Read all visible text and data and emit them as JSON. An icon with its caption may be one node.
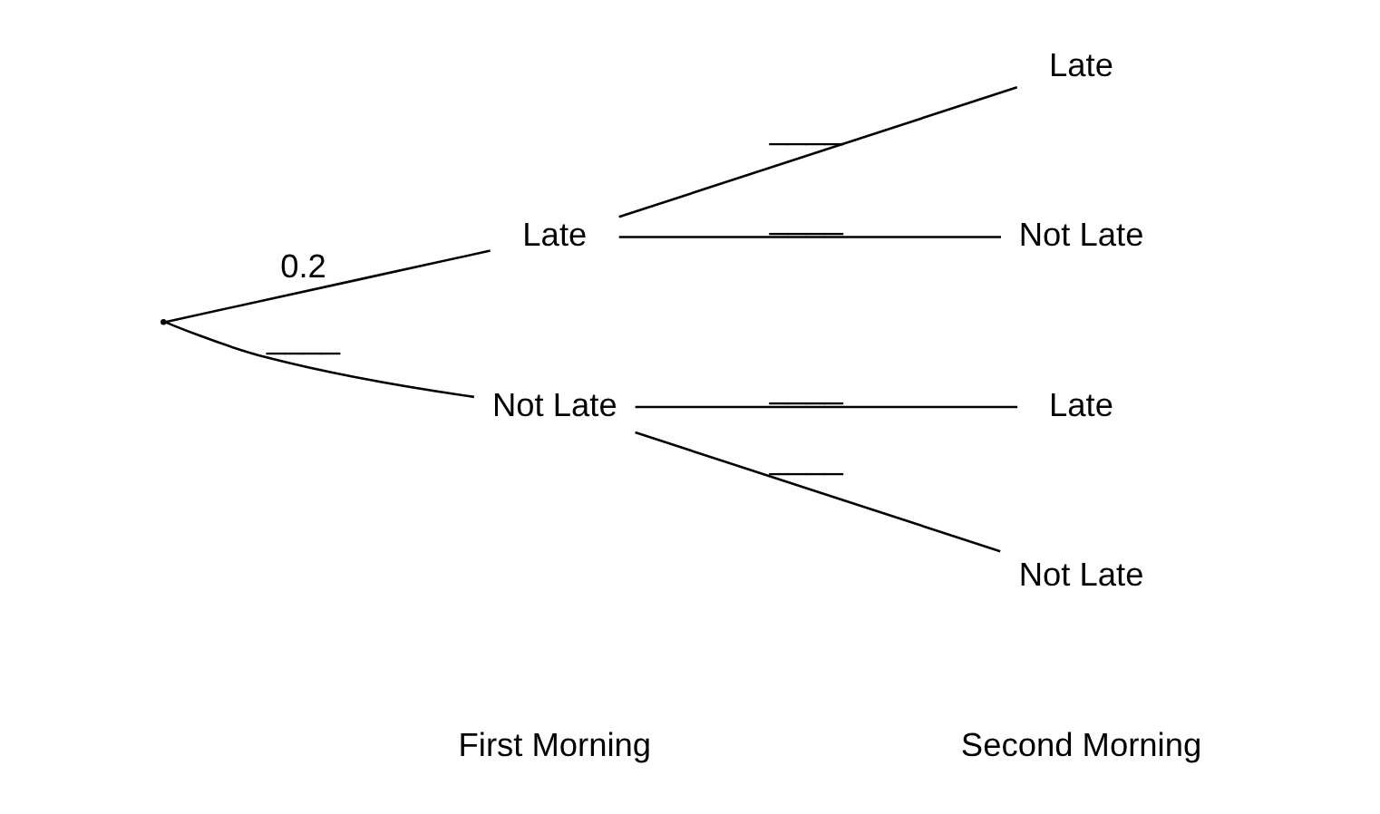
{
  "diagram": {
    "nodes": [
      {
        "text": [],
        "shape": "point"
      },
      {
        "text": [
          "Late"
        ]
      },
      {
        "text": [
          "Not Late"
        ]
      },
      {
        "text": [
          "Late"
        ]
      },
      {
        "text": [
          "Not Late"
        ]
      },
      {
        "text": [
          "Late"
        ]
      },
      {
        "text": [
          "Not Late"
        ]
      }
    ],
    "edges": [
      {
        "from": 0,
        "to": 1,
        "arrow": "none",
        "label": "0.2"
      },
      {
        "from": 0,
        "to": 2,
        "arrow": "none",
        "label": "____"
      },
      {
        "from": 1,
        "to": 3,
        "arrow": "none",
        "label": "____"
      },
      {
        "from": 1,
        "to": 4,
        "arrow": "none",
        "label": "____"
      },
      {
        "from": 2,
        "to": 5,
        "arrow": "none",
        "label": "____"
      },
      {
        "from": 2,
        "to": 6,
        "arrow": "none",
        "label": "____"
      }
    ],
    "labels": [
      "First Morning",
      "Second Morning"
    ]
  }
}
